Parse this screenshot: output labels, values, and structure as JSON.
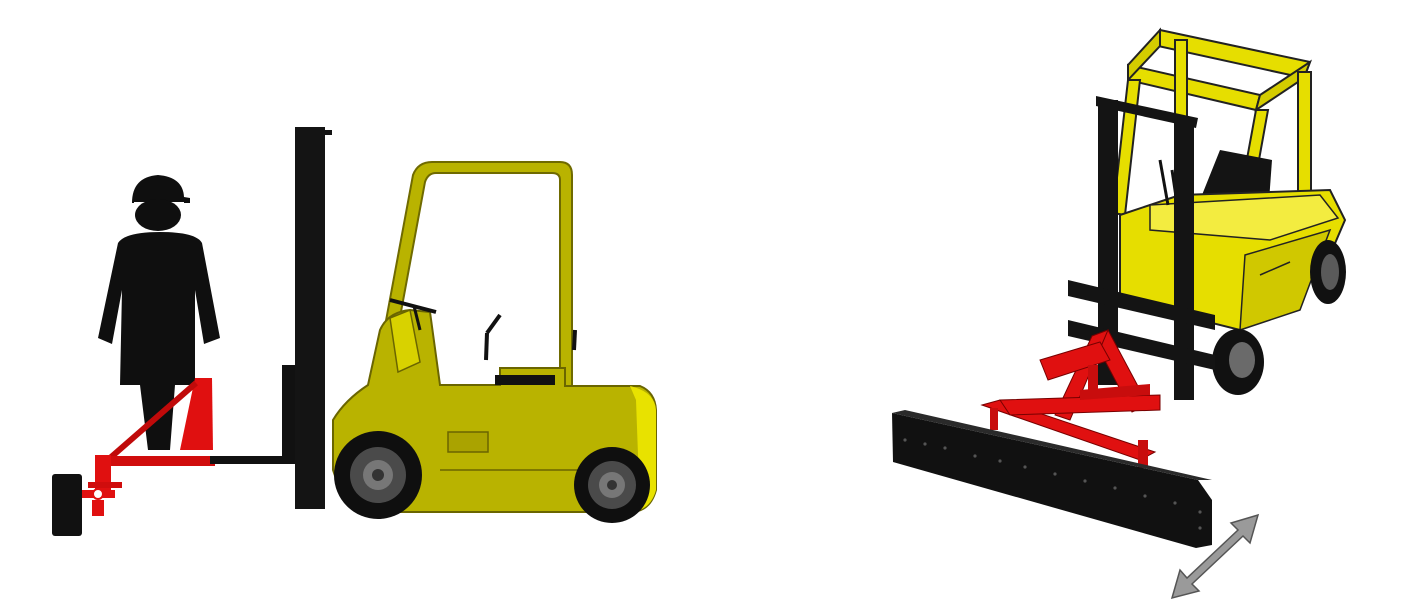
{
  "figure": {
    "panels": [
      {
        "view": "side",
        "subject": "forklift-with-red-blade-attachment-and-operator"
      },
      {
        "view": "isometric",
        "subject": "forklift-with-black-grading-blade-and-adjustment-arrow"
      }
    ]
  },
  "colors": {
    "forklift_body_side": "#b9b300",
    "forklift_body_iso": "#e6de00",
    "attachment_red": "#e01010",
    "blade_black": "#111111",
    "mast_black": "#141414",
    "wheel_dark": "#2b2b2b",
    "wheel_hub": "#777777",
    "arrow_gray": "#9a9a9a",
    "person_black": "#0f0f0f"
  },
  "icons": {
    "operator": "worker-hardhat-icon",
    "adjust_arrow": "double-arrow-icon"
  }
}
